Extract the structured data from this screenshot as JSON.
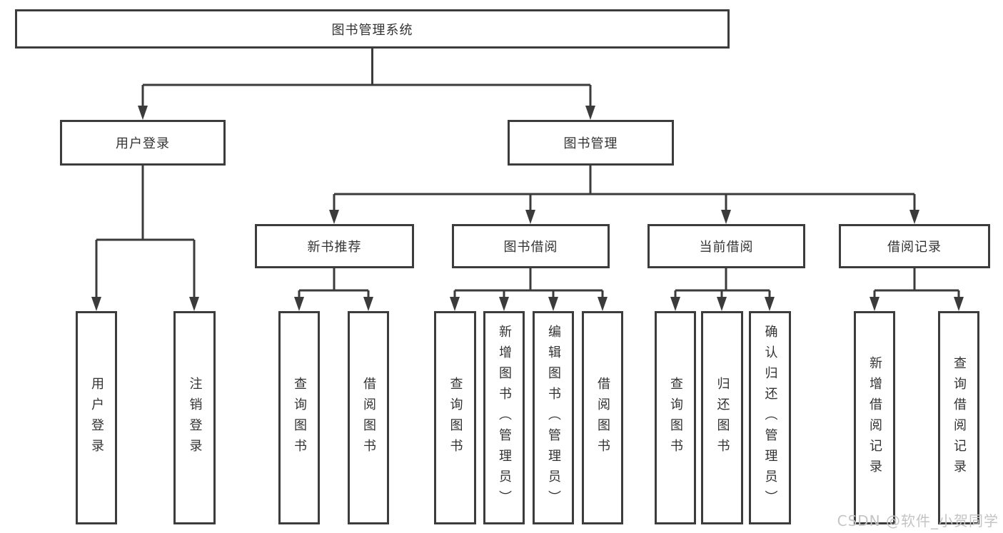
{
  "colors": {
    "line": "#3b3b3b",
    "box_border": "#3c3c3c",
    "box_fill": "#ffffff",
    "text": "#333333",
    "watermark": "#c4c4c4"
  },
  "watermark": {
    "text": "CSDN @软件_小贺同学"
  },
  "tree": {
    "root": {
      "label": "图书管理系统"
    },
    "children": [
      {
        "label": "用户登录",
        "children": [
          {
            "label": "用户登录"
          },
          {
            "label": "注销登录"
          }
        ]
      },
      {
        "label": "图书管理",
        "children": [
          {
            "label": "新书推荐",
            "children": [
              {
                "label": "查询图书"
              },
              {
                "label": "借阅图书"
              }
            ]
          },
          {
            "label": "图书借阅",
            "children": [
              {
                "label": "查询图书"
              },
              {
                "label": "新增图书（管理员）"
              },
              {
                "label": "编辑图书（管理员）"
              },
              {
                "label": "借阅图书"
              }
            ]
          },
          {
            "label": "当前借阅",
            "children": [
              {
                "label": "查询图书"
              },
              {
                "label": "归还图书"
              },
              {
                "label": "确认归还（管理员）"
              }
            ]
          },
          {
            "label": "借阅记录",
            "children": [
              {
                "label": "新增借阅记录"
              },
              {
                "label": "查询借阅记录"
              }
            ]
          }
        ]
      }
    ]
  }
}
